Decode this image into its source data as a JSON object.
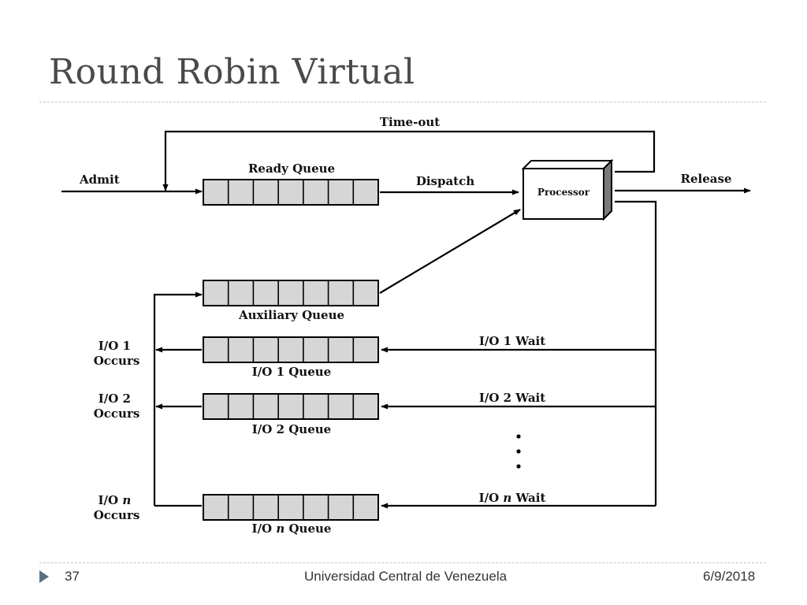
{
  "slide": {
    "title": "Round Robin Virtual"
  },
  "diagram": {
    "time_out": "Time-out",
    "admit": "Admit",
    "ready_queue": "Ready Queue",
    "dispatch": "Dispatch",
    "processor": "Processor",
    "release": "Release",
    "auxiliary_queue": "Auxiliary Queue",
    "io1_occurs": [
      "I/O 1",
      "Occurs"
    ],
    "io1_queue": "I/O 1 Queue",
    "io1_wait": "I/O 1 Wait",
    "io2_occurs": [
      "I/O 2",
      "Occurs"
    ],
    "io2_queue": "I/O 2 Queue",
    "io2_wait": "I/O 2 Wait",
    "ion_occurs": [
      "I/O n",
      "Occurs"
    ],
    "ion_queue": "I/O n Queue",
    "ion_wait": "I/O n Wait"
  },
  "footer": {
    "page_number": "37",
    "institution": "Universidad Central de Venezuela",
    "date": "6/9/2018"
  },
  "colors": {
    "title": "#4a4a4a",
    "queue_fill": "#d6d6d6",
    "marker": "#5b7080"
  }
}
